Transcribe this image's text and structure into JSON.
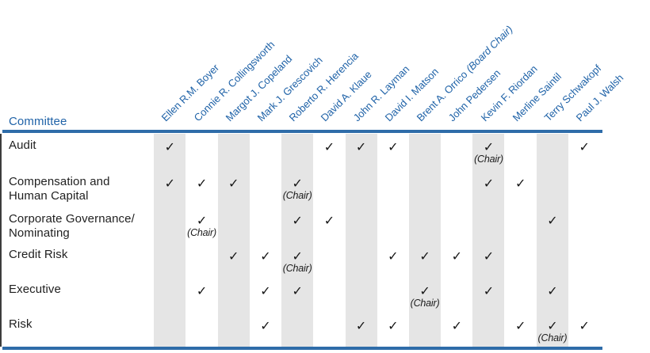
{
  "colors": {
    "accent_blue": "#2063a8",
    "rule_blue": "#2e6ca9",
    "stripe_gray": "#e5e5e5",
    "text_dark": "#1f1f1f"
  },
  "icons": {
    "check": "✓"
  },
  "labels": {
    "chair": "(Chair)"
  },
  "table": {
    "header_label": "Committee",
    "members": [
      {
        "name": "Ellen R.M. Boyer"
      },
      {
        "name": "Connie R. Collingsworth"
      },
      {
        "name": "Margot J. Copeland"
      },
      {
        "name": "Mark J. Grescovich"
      },
      {
        "name": "Roberto R. Herencia"
      },
      {
        "name": "David A. Klaue"
      },
      {
        "name": "John R. Layman"
      },
      {
        "name": "David I. Matson"
      },
      {
        "name": "Brent A. Orrico",
        "suffix": "(Board Chair)"
      },
      {
        "name": "John Pedersen"
      },
      {
        "name": "Kevin F. Riordan"
      },
      {
        "name": "Merline Saintil"
      },
      {
        "name": "Terry Schwakopf"
      },
      {
        "name": "Paul J. Walsh"
      }
    ],
    "committees": [
      {
        "name": "Audit",
        "lines": [
          "Audit"
        ],
        "member_columns": [
          1,
          6,
          7,
          8,
          11,
          14
        ],
        "chair_column": 11
      },
      {
        "name": "Compensation and Human Capital",
        "lines": [
          "Compensation and",
          "Human Capital"
        ],
        "member_columns": [
          1,
          2,
          3,
          5,
          11,
          12
        ],
        "chair_column": 5
      },
      {
        "name": "Corporate Governance/Nominating",
        "lines": [
          "Corporate Governance/",
          "Nominating"
        ],
        "member_columns": [
          2,
          5,
          6,
          13
        ],
        "chair_column": 2
      },
      {
        "name": "Credit Risk",
        "lines": [
          "Credit Risk"
        ],
        "member_columns": [
          3,
          4,
          5,
          8,
          9,
          10,
          11
        ],
        "chair_column": 5
      },
      {
        "name": "Executive",
        "lines": [
          "Executive"
        ],
        "member_columns": [
          2,
          4,
          5,
          9,
          11,
          13
        ],
        "chair_column": 9
      },
      {
        "name": "Risk",
        "lines": [
          "Risk"
        ],
        "member_columns": [
          4,
          7,
          8,
          10,
          12,
          13,
          14
        ],
        "chair_column": 13
      }
    ]
  }
}
